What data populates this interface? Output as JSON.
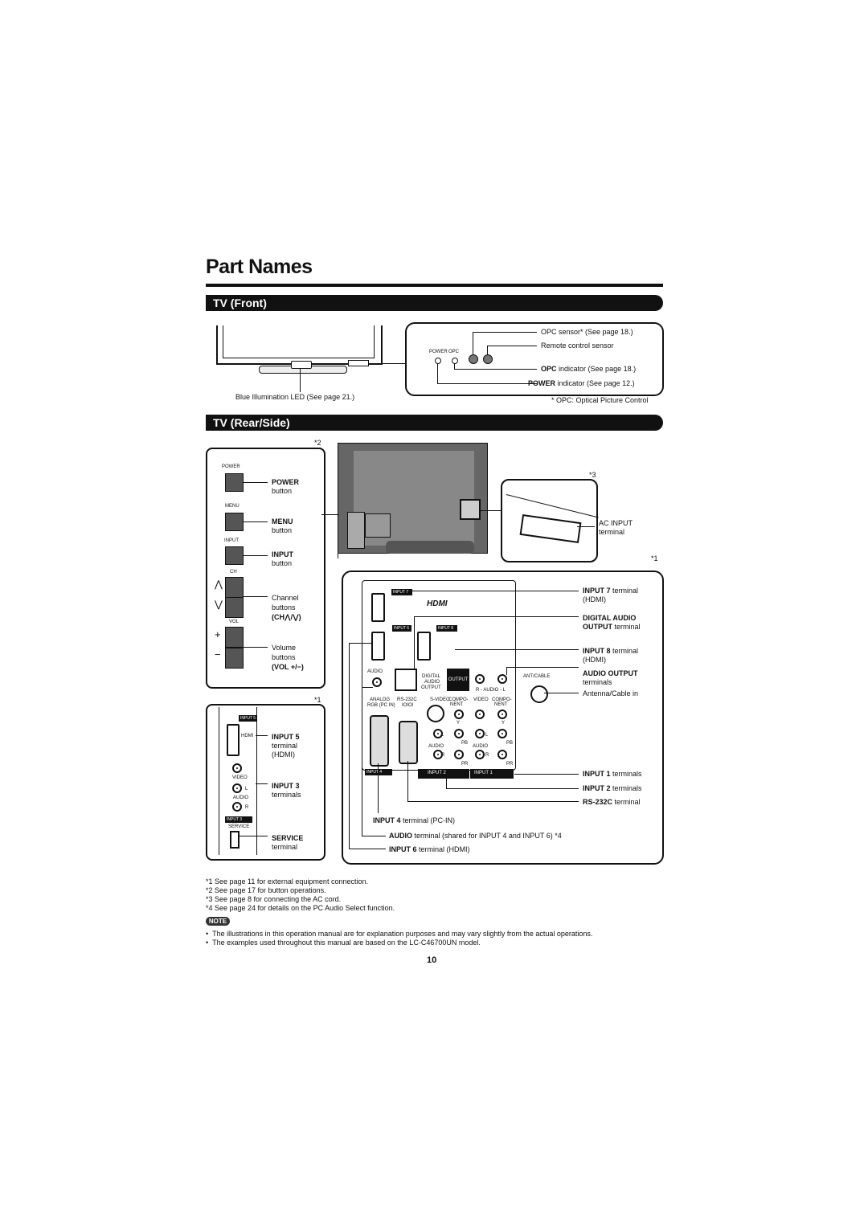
{
  "page_title": "Part Names",
  "sections": {
    "front_title": "TV (Front)",
    "rear_title": "TV (Rear/Side)"
  },
  "front": {
    "blue_led_label": "Blue Illumination LED (See page 21.)",
    "panel_labels": {
      "power": "POWER",
      "opc": "OPC"
    },
    "callouts": {
      "opc_sensor": "OPC sensor* (See page 18.)",
      "remote_sensor": "Remote control sensor",
      "opc_indicator_bold": "OPC",
      "opc_indicator_rest": "indicator (See page 18.)",
      "power_indicator_bold": "POWER",
      "power_indicator_rest": "indicator (See page 12.)"
    },
    "opc_footnote": "* OPC: Optical Picture Control"
  },
  "rear": {
    "marks": {
      "m2": "*2",
      "m3": "*3",
      "m1a": "*1",
      "m1b": "*1"
    },
    "side_buttons": {
      "power_small": "POWER",
      "menu_small": "MENU",
      "input_small": "INPUT",
      "ch_small": "CH",
      "vol_small": "VOL",
      "power_bold": "POWER",
      "power_rest": "button",
      "menu_bold": "MENU",
      "menu_rest": "button",
      "input_bold": "INPUT",
      "input_rest": "button",
      "channel_1": "Channel",
      "channel_2": "buttons",
      "channel_3": "(CH⋀/⋁)",
      "volume_1": "Volume",
      "volume_2": "buttons",
      "volume_3": "(VOL +/−)"
    },
    "side_terminals": {
      "input5_bold": "INPUT 5",
      "input5_l2": "terminal",
      "input5_l3": "(HDMI)",
      "input3_bold": "INPUT 3",
      "input3_l2": "terminals",
      "service_bold": "SERVICE",
      "service_l2": "terminal",
      "small_hdmi": "HDMI",
      "small_video": "VIDEO",
      "small_audio": "AUDIO",
      "small_l": "L",
      "small_r": "R",
      "small_input3": "INPUT 3",
      "small_service": "SERVICE",
      "small_input5": "INPUT 5"
    },
    "ac": {
      "l1": "AC INPUT",
      "l2": "terminal"
    },
    "panel": {
      "input7_tab": "INPUT 7",
      "input6_tab": "INPUT 6",
      "input8_tab": "INPUT 8",
      "hdmi_logo": "HDMI",
      "audio": "AUDIO",
      "digital": "DIGITAL",
      "audio2": "AUDIO",
      "output": "OUTPUT",
      "output_box": "OUTPUT",
      "r_audio_l": "R - AUDIO - L",
      "ant_cable": "ANT/CABLE",
      "analog": "ANALOG",
      "rgb_pc_in": "RGB (PC IN)",
      "rs232c": "RS-232C",
      "ioioi": "IOIOI",
      "s_video": "S-VIDEO",
      "compo": "COMPO-",
      "nent": "NENT",
      "video": "VIDEO",
      "compo2": "COMPO-",
      "nent2": "NENT",
      "y1": "Y",
      "y2": "Y",
      "pb1": "PB",
      "pb2": "PB",
      "pr1": "PR",
      "pr2": "PR",
      "l1": "L",
      "r1": "R",
      "l2": "L",
      "r2": "R",
      "audio_a": "AUDIO",
      "audio_b": "AUDIO",
      "input4_tab": "INPUT 4",
      "input2_tab": "INPUT 2",
      "input1_tab": "INPUT 1"
    },
    "callouts": {
      "input7_bold": "INPUT 7",
      "input7_rest": "terminal",
      "input7_l2": "(HDMI)",
      "digital_bold1": "DIGITAL AUDIO",
      "digital_bold2": "OUTPUT",
      "digital_rest": "terminal",
      "input8_bold": "INPUT 8",
      "input8_rest": "terminal",
      "input8_l2": "(HDMI)",
      "audio_out_bold": "AUDIO OUTPUT",
      "audio_out_l2": "terminals",
      "antenna": "Antenna/Cable in",
      "input1_bold": "INPUT 1",
      "input1_rest": "terminals",
      "input2_bold": "INPUT 2",
      "input2_rest": "terminals",
      "rs232c_bold": "RS-232C",
      "rs232c_rest": "terminal",
      "input4_bold": "INPUT 4",
      "input4_rest": "terminal (PC-IN)",
      "audio_term_bold": "AUDIO",
      "audio_term_rest": "terminal (shared for INPUT 4 and INPUT 6) *4",
      "input6_bold": "INPUT 6",
      "input6_rest": "terminal (HDMI)"
    }
  },
  "footnotes": [
    "*1 See page 11 for external equipment connection.",
    "*2 See page 17 for button operations.",
    "*3 See page 8 for connecting the AC cord.",
    "*4 See page 24 for details on the PC Audio Select function."
  ],
  "note_label": "NOTE",
  "notes": [
    "The illustrations in this operation manual are for explanation purposes and may vary slightly from the actual operations.",
    "The examples used throughout this manual are based on the LC-C46700UN model."
  ],
  "page_number": "10"
}
